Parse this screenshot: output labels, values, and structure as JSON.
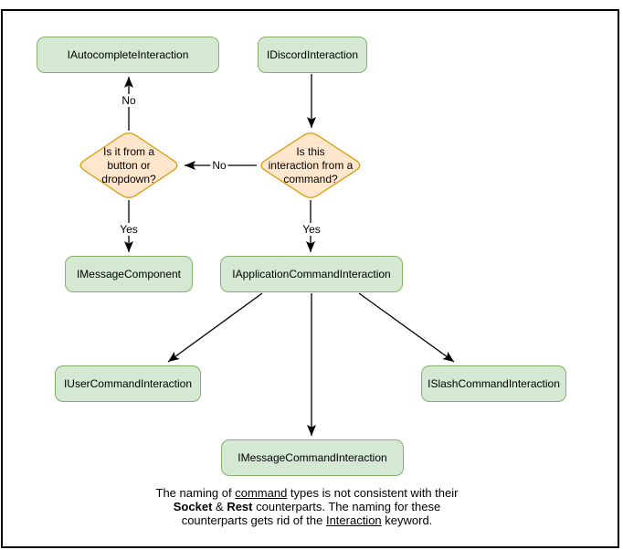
{
  "diagram": {
    "nodes": {
      "autocomplete": {
        "label": "IAutocompleteInteraction"
      },
      "discord": {
        "label": "IDiscordInteraction"
      },
      "message_component": {
        "label": "IMessageComponent"
      },
      "application_command": {
        "label": "IApplicationCommandInteraction"
      },
      "user_command": {
        "label": "IUserCommandInteraction"
      },
      "slash_command": {
        "label": "ISlashCommandInteraction"
      },
      "message_command": {
        "label": "IMessageCommandInteraction"
      }
    },
    "decisions": {
      "button_dropdown": {
        "lines": [
          "Is it from a",
          "button or",
          "dropdown?"
        ]
      },
      "from_command": {
        "lines": [
          "Is this",
          "interaction from a",
          "command?"
        ]
      }
    },
    "edge_labels": {
      "no_to_autocomplete": "No",
      "no_between_decisions": "No",
      "yes_to_message_component": "Yes",
      "yes_to_application_command": "Yes"
    },
    "colors": {
      "node_fill": "#d5e8d4",
      "node_border": "#82b366",
      "decision_fill": "#ffe6cc",
      "decision_border": "#d79b00",
      "edge": "#000000",
      "frame_border": "#000000"
    }
  },
  "caption": {
    "line1": {
      "pre": "The naming of ",
      "underlined": "command",
      "post": " types is not consistent with their"
    },
    "line2": {
      "bold1": "Socket",
      "mid": " & ",
      "bold2": "Rest",
      "post": " counterparts. The naming for these"
    },
    "line3": {
      "pre": "counterparts gets rid of the ",
      "underlined": "Interaction",
      "post": " keyword."
    }
  }
}
